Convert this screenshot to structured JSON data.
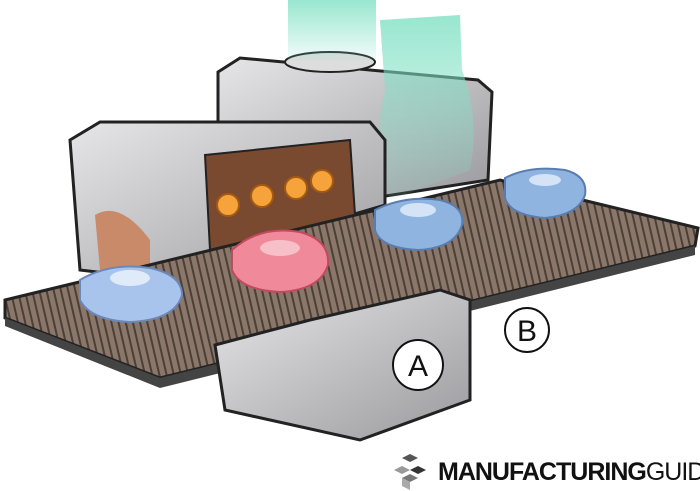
{
  "labels": {
    "a": "A",
    "b": "B"
  },
  "logo": {
    "bold": "MANUFACTURING",
    "light": "GUIDE"
  },
  "colors": {
    "belt": "#6f5d52",
    "oven": "#c8c8ca",
    "glow": "#f5a33a",
    "part_red": "#f08a9a",
    "part_blue": "#8fb4e0",
    "gas": "#7fe0c4"
  }
}
